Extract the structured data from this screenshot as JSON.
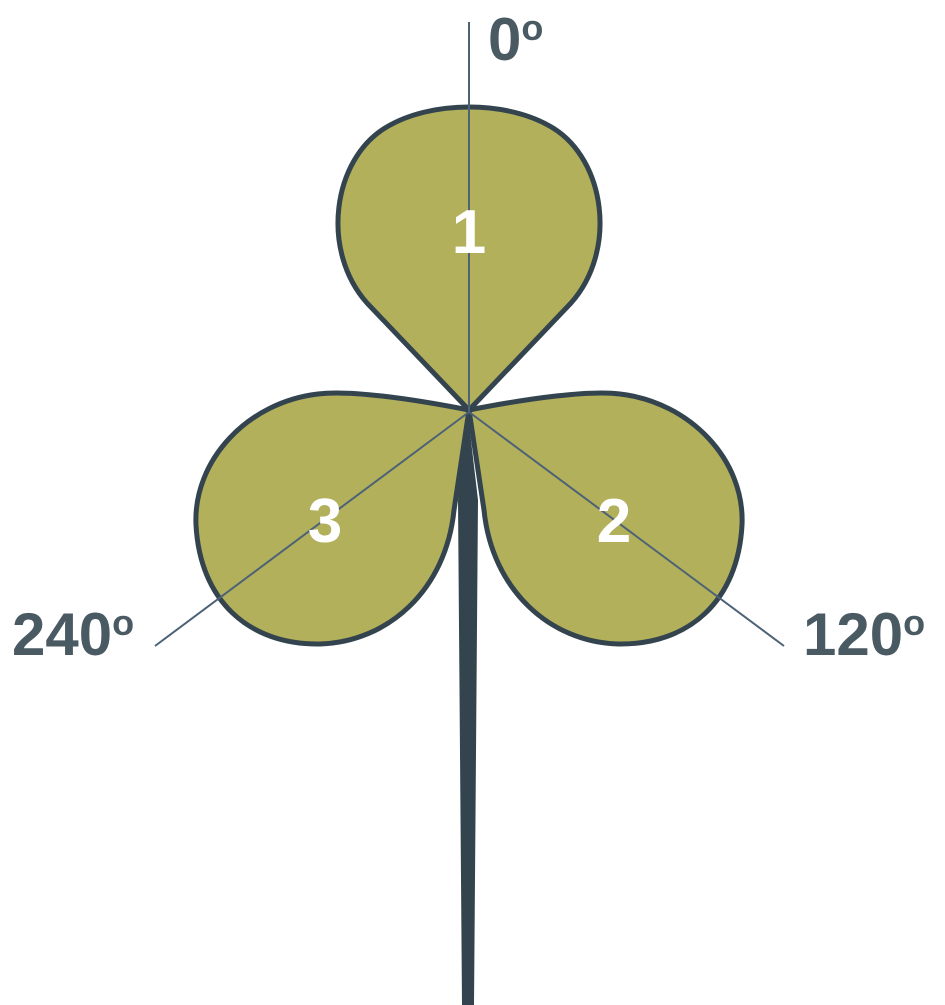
{
  "colors": {
    "leaf_fill": "#b3b05c",
    "outline": "#34444f",
    "axis_line": "#4d6275",
    "angle_text": "#4a5a63",
    "leaf_text": "#ffffff"
  },
  "leaves": [
    {
      "label": "1",
      "angle_deg": 0
    },
    {
      "label": "2",
      "angle_deg": 120
    },
    {
      "label": "3",
      "angle_deg": 240
    }
  ],
  "angle_labels": [
    {
      "value": "0",
      "unit": "o"
    },
    {
      "value": "120",
      "unit": "o"
    },
    {
      "value": "240",
      "unit": "o"
    }
  ]
}
